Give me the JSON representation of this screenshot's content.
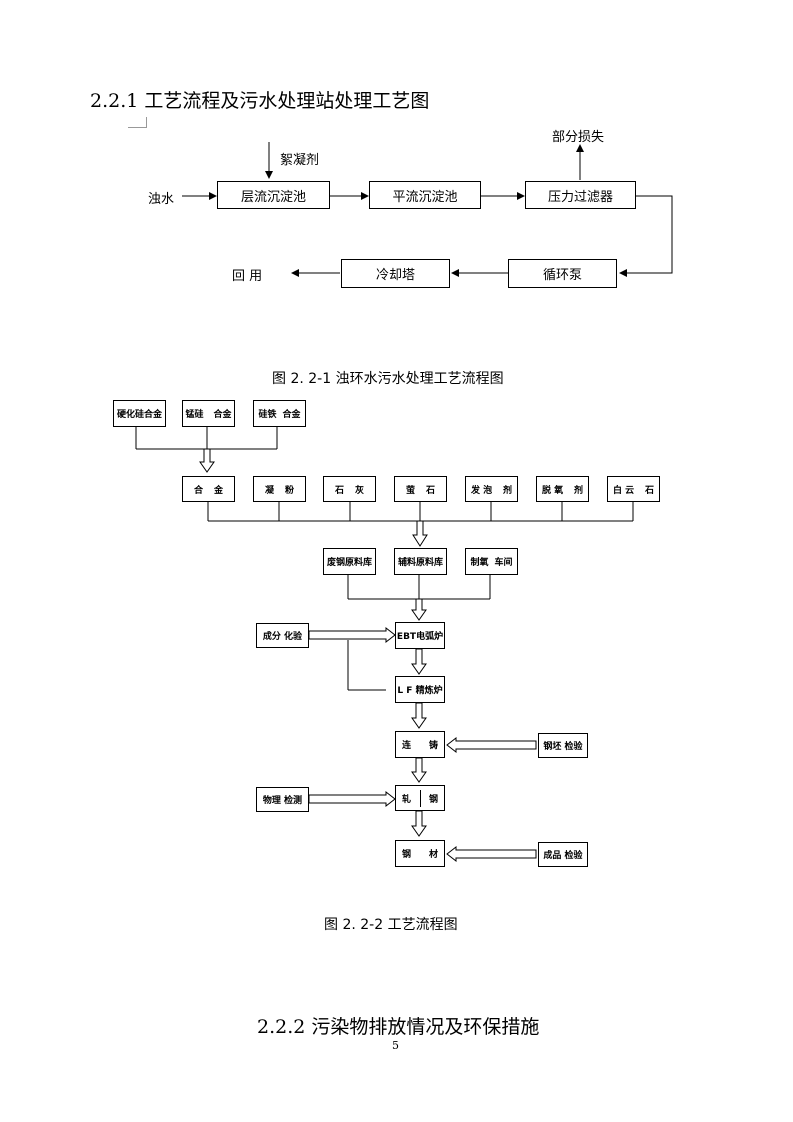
{
  "section1_title": "2.2.1 工艺流程及污水处理站处理工艺图",
  "section2_title": "2.2.2 污染物排放情况及环保措施",
  "page_number": "5",
  "fig1": {
    "caption": "图 2. 2-1 浊环水污水处理工艺流程图",
    "input": "浊水",
    "reagent": "絮凝剂",
    "loss": "部分损失",
    "output": "回 用",
    "boxes": {
      "laminar": "层流沉淀池",
      "flat": "平流沉淀池",
      "pressure": "压力过滤器",
      "pump": "循环泵",
      "cooling": "冷却塔"
    }
  },
  "fig2": {
    "caption": "图 2. 2-2  工艺流程图",
    "row1": [
      {
        "a": "硬化硅合金",
        "b": ""
      },
      {
        "a": "锰硅",
        "b": "合金"
      },
      {
        "a": "硅铁",
        "b": "合金"
      }
    ],
    "row2": [
      {
        "a": "合",
        "b": "金"
      },
      {
        "a": "凝",
        "b": "粉"
      },
      {
        "a": "石",
        "b": "灰"
      },
      {
        "a": "萤",
        "b": "石"
      },
      {
        "a": "发 泡",
        "b": "剂"
      },
      {
        "a": "脱 氧",
        "b": "剂"
      },
      {
        "a": "白 云",
        "b": "石"
      }
    ],
    "row3": [
      {
        "a": "废钢原料库",
        "b": ""
      },
      {
        "a": "辅料原料库",
        "b": ""
      },
      {
        "a": "制氧",
        "b": "车间"
      }
    ],
    "analysis": "成分 化验",
    "ebt": "EBT电弧炉",
    "lf": "L F 精炼炉",
    "caster": {
      "a": "连",
      "b": "铸"
    },
    "billet_check": "钢坯 检验",
    "physical_test": "物理 检测",
    "rolling": {
      "a": "轧",
      "b": "钢"
    },
    "product": {
      "a": "钢",
      "b": "材"
    },
    "product_check": "成品 检验"
  }
}
